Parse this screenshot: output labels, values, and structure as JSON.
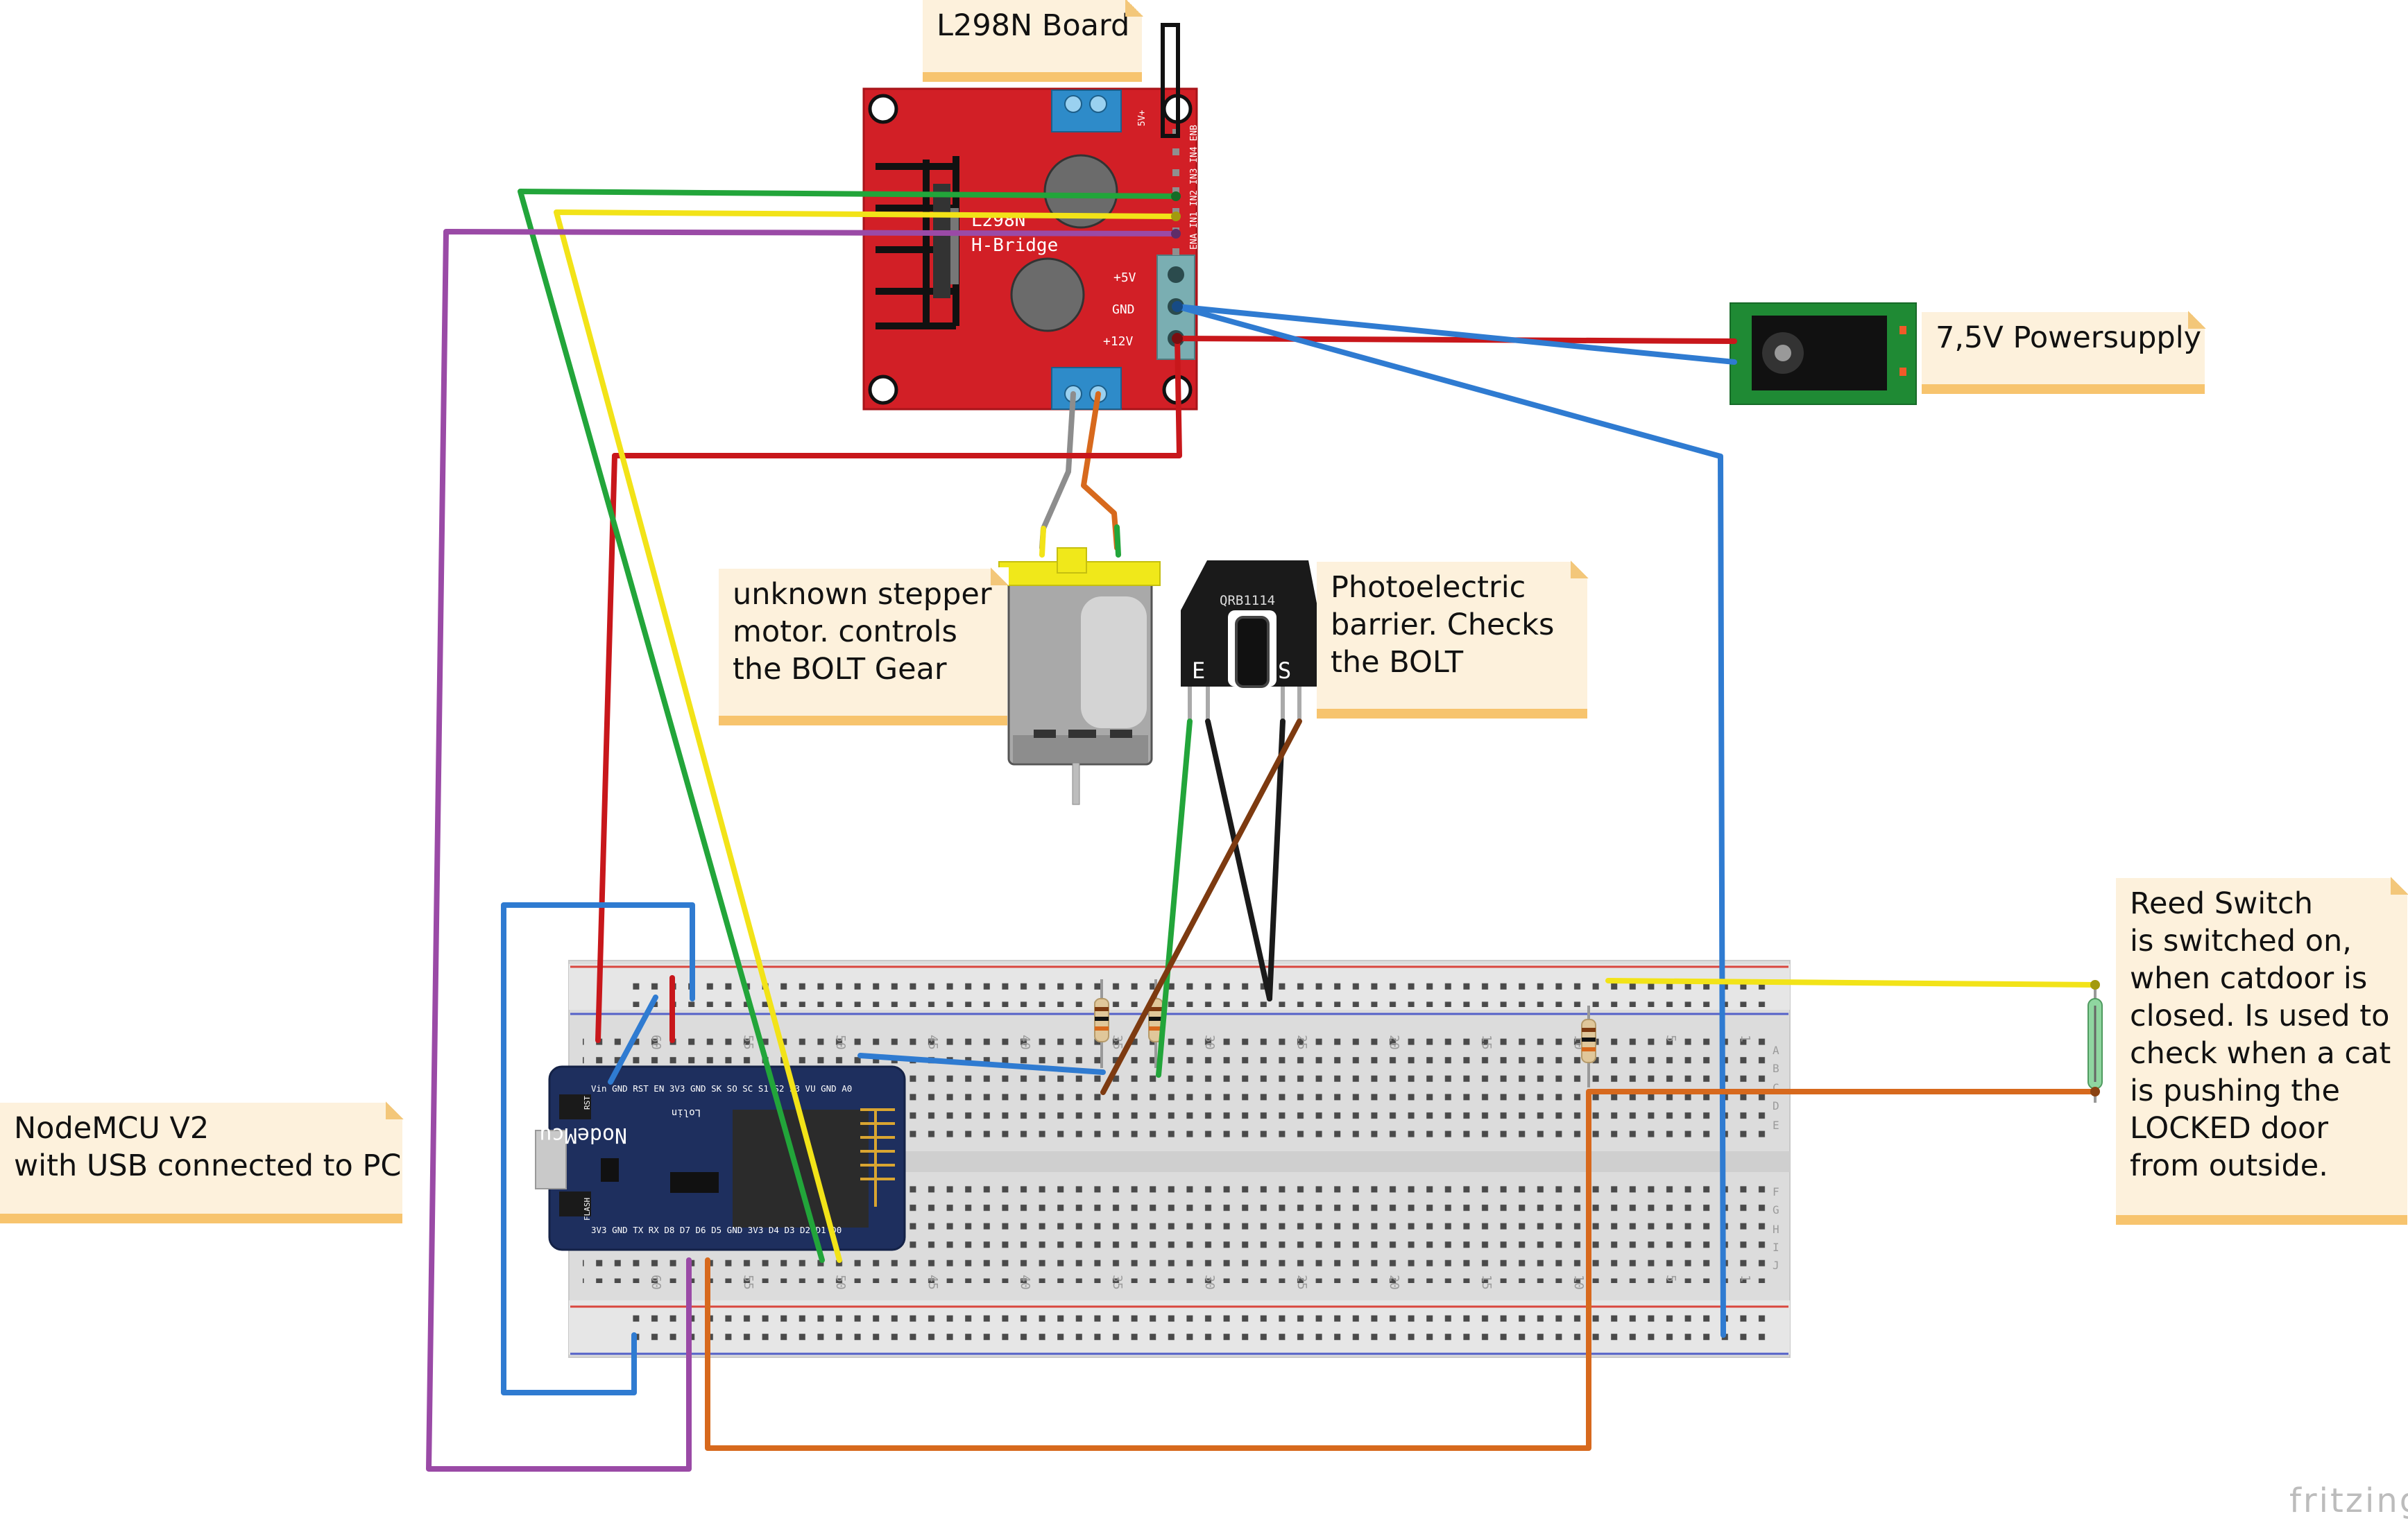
{
  "labels": {
    "l298n_board": [
      "L298N Board"
    ],
    "power_supply": [
      "7,5V Powersupply"
    ],
    "stepper_motor": [
      "unknown stepper",
      "motor. controls",
      "the BOLT Gear"
    ],
    "photo_barrier": [
      "Photoelectric",
      "barrier. Checks",
      "the BOLT"
    ],
    "reed_switch": [
      "Reed Switch",
      "is switched on,",
      "when catdoor is",
      "closed. Is used to",
      "check when a cat",
      "is pushing the",
      "LOCKED door",
      "from outside."
    ],
    "nodemcu": [
      "NodeMCU V2",
      "with USB connected to PC"
    ]
  },
  "components": {
    "l298n": {
      "chip_name": "L298N",
      "chip_sub": "H-Bridge",
      "pin_5v": "+5V",
      "pin_gnd": "GND",
      "pin_12v": "+12V",
      "header_top": "5V+",
      "header_inputs": "ENA IN1 IN2 IN3 IN4 ENB"
    },
    "photo_sensor": {
      "part": "QRB1114",
      "emitter": "E",
      "sensor": "S"
    },
    "nodemcu_board": {
      "title": "NodeMcu v3",
      "vendor": "Lolin",
      "btn_rst": "RST",
      "btn_flash": "FLASH",
      "top_pins": "Vin GND RST EN 3V3 GND SK SO SC S1 S2 S3 VU GND A0",
      "bottom_pins": "3V3 GND TX RX D8 D7 D6 D5 GND 3V3 D4 D3 D2 D1 D0"
    },
    "breadboard": {
      "col_labels_top": [
        "60",
        "55",
        "50",
        "45",
        "40",
        "35",
        "30",
        "25",
        "20",
        "15",
        "10",
        "5",
        "1"
      ],
      "col_labels_bottom": [
        "60",
        "55",
        "50",
        "45",
        "40",
        "35",
        "30",
        "25",
        "20",
        "15",
        "10",
        "5",
        "1"
      ],
      "row_labels_top": [
        "A",
        "B",
        "C",
        "D",
        "E"
      ],
      "row_labels_bottom": [
        "F",
        "G",
        "H",
        "I",
        "J"
      ]
    }
  },
  "wire_colors": {
    "red": "#c8171b",
    "green": "#22a53a",
    "yellow": "#f2e318",
    "purple": "#9a4aa6",
    "blue": "#2f7bd1",
    "orange": "#d7691d",
    "gray": "#8d8d8d",
    "black": "#1a1a1a",
    "brown": "#7d3a10"
  },
  "watermark": "fritzing"
}
